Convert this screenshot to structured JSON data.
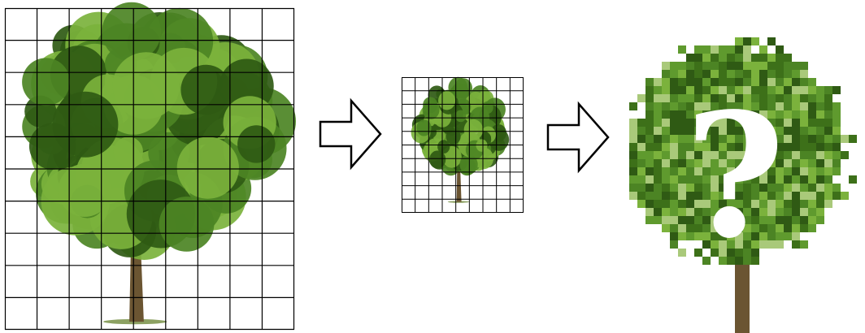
{
  "panels": [
    {
      "id": "original-tree",
      "grid": {
        "cols": 9,
        "rows": 10
      }
    },
    {
      "id": "downsampled-tree",
      "grid": {
        "cols": 9,
        "rows": 10
      }
    },
    {
      "id": "upsampled-pixelated-tree"
    }
  ],
  "arrows": [
    "right-arrow",
    "right-arrow"
  ],
  "question_mark": "?",
  "colors": {
    "grid": "#000000",
    "leaf_dark": "#2f5a14",
    "leaf_mid": "#4c8424",
    "leaf_light": "#7bb23c",
    "trunk": "#6b5532",
    "ground": "#6f8a3b"
  }
}
